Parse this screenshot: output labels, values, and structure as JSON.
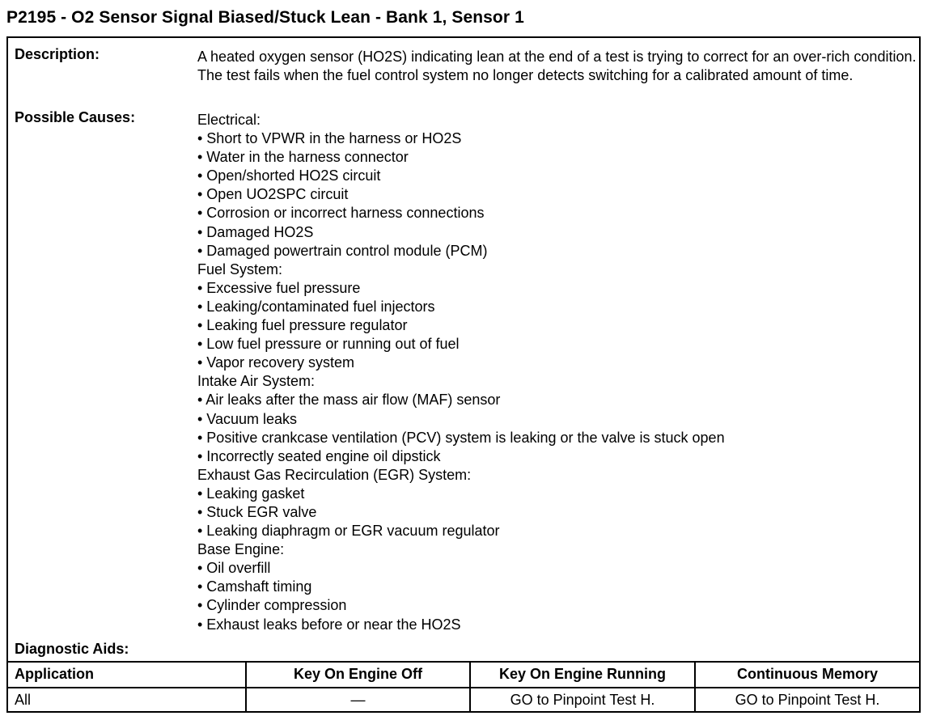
{
  "title": "P2195 - O2 Sensor Signal Biased/Stuck Lean - Bank 1, Sensor 1",
  "description": {
    "label": "Description:",
    "text": "A heated oxygen sensor (HO2S)  indicating lean at the end of a test is trying to correct for an over-rich condition. The test fails when the fuel control system no longer detects switching for a calibrated amount of time."
  },
  "causes": {
    "label": "Possible Causes:",
    "lines": [
      "Electrical:",
      "• Short to VPWR in the harness or HO2S",
      "• Water in the harness connector",
      "• Open/shorted HO2S circuit",
      "• Open UO2SPC circuit",
      "• Corrosion or incorrect harness connections",
      "• Damaged HO2S",
      "• Damaged powertrain control module (PCM)",
      "Fuel System:",
      "• Excessive fuel pressure",
      "• Leaking/contaminated fuel injectors",
      "• Leaking fuel pressure regulator",
      "• Low fuel pressure or running out of fuel",
      "• Vapor recovery system",
      "Intake Air System:",
      "• Air leaks after the mass air flow (MAF) sensor",
      "• Vacuum leaks",
      "• Positive crankcase ventilation (PCV) system is leaking or the valve is stuck open",
      "• Incorrectly seated engine oil dipstick",
      "Exhaust Gas Recirculation (EGR) System:",
      "• Leaking gasket",
      "• Stuck EGR valve",
      "• Leaking diaphragm or EGR vacuum regulator",
      "Base Engine:",
      "• Oil overfill",
      "• Camshaft timing",
      "• Cylinder compression",
      "• Exhaust leaks before or near the HO2S"
    ]
  },
  "diagnostic_aids": {
    "label": "Diagnostic Aids:"
  },
  "table": {
    "headers": [
      "Application",
      "Key On Engine Off",
      "Key On Engine Running",
      "Continuous Memory"
    ],
    "row": [
      "All",
      "—",
      "GO to Pinpoint Test H.",
      "GO to Pinpoint Test H."
    ]
  }
}
